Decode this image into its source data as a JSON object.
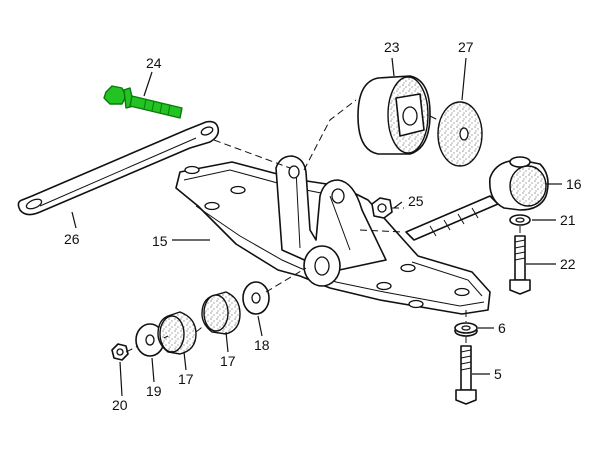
{
  "highlight_color": "#22c322",
  "callouts": {
    "p5": "5",
    "p6": "6",
    "p15": "15",
    "p16": "16",
    "p17a": "17",
    "p17b": "17",
    "p18": "18",
    "p19": "19",
    "p20": "20",
    "p21": "21",
    "p22": "22",
    "p23": "23",
    "p24": "24",
    "p25": "25",
    "p26": "26",
    "p27": "27"
  },
  "highlighted_part": "24"
}
